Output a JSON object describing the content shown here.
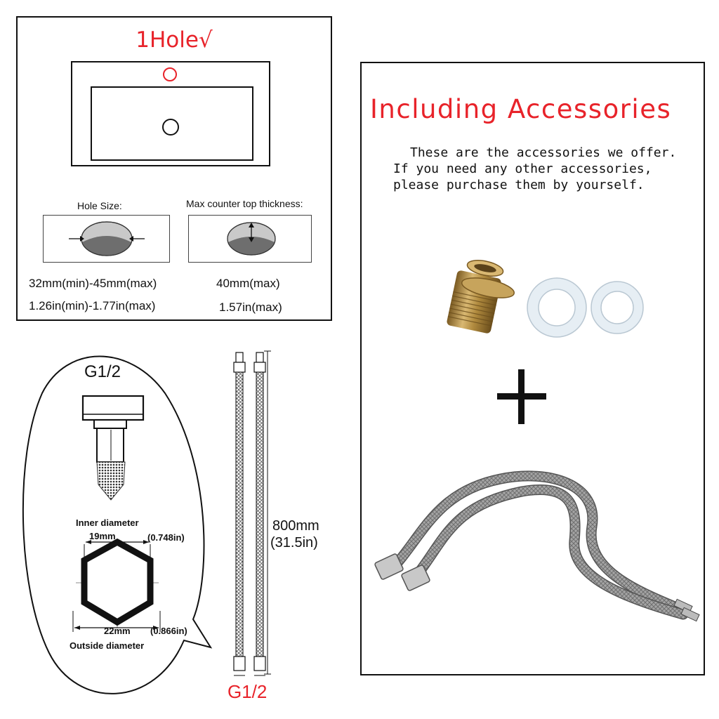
{
  "top_panel": {
    "title": "1Hole√",
    "hole_size_label": "Hole Size:",
    "max_thickness_label": "Max counter top thickness:",
    "hole_size_mm": "32mm(min)-45mm(max)",
    "hole_size_in": "1.26in(min)-1.77in(max)",
    "thickness_mm": "40mm(max)",
    "thickness_in": "1.57in(max)"
  },
  "accessories_panel": {
    "title": "Including  Accessories",
    "desc_line1": "These are the accessories we offer.",
    "desc_line2": "If you need any other accessories,",
    "desc_line3": "please purchase them by yourself.",
    "plus_sign": "+"
  },
  "hose_panel": {
    "thread_top": "G1/2",
    "inner_diameter_label": "Inner diameter",
    "inner_diameter_mm": "19mm",
    "inner_diameter_in": "(0.748in)",
    "outside_diameter_mm": "22mm",
    "outside_diameter_in": "(0.866in)",
    "outside_diameter_label": "Outside diameter",
    "length_mm": "800mm",
    "length_in": "(31.5in)",
    "thread_bottom": "G1/2"
  },
  "colors": {
    "accent_red": "#e8232a",
    "brass": "#b08a3e",
    "steel": "#9a9a9a"
  }
}
